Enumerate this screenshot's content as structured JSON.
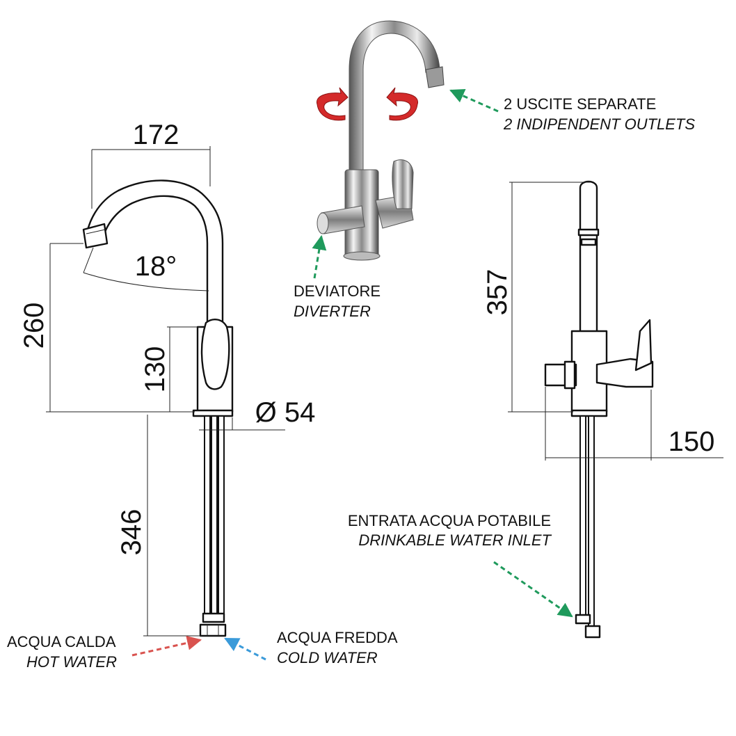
{
  "dimensions": {
    "spout_reach": "172",
    "spout_angle": "18°",
    "spout_height": "260",
    "body_height": "130",
    "base_diameter": "Ø 54",
    "hose_length": "346",
    "total_height": "357",
    "side_depth": "150"
  },
  "labels": {
    "outlets_it": "2  USCITE  SEPARATE",
    "outlets_en": "2 INDIPENDENT OUTLETS",
    "diverter_it": "DEVIATORE",
    "diverter_en": "DIVERTER",
    "drinkable_it": "ENTRATA ACQUA POTABILE",
    "drinkable_en": "DRINKABLE WATER INLET",
    "hot_it": "ACQUA CALDA",
    "hot_en": "HOT WATER",
    "cold_it": "ACQUA FREDDA",
    "cold_en": "COLD WATER"
  },
  "colors": {
    "hot_arrow": "#d9534f",
    "cold_arrow": "#3a9ad9",
    "green_arrow": "#1f9a5c",
    "rotation_arrow": "#d42a2a"
  },
  "icons": [
    "rotate-left-icon",
    "rotate-right-icon"
  ]
}
